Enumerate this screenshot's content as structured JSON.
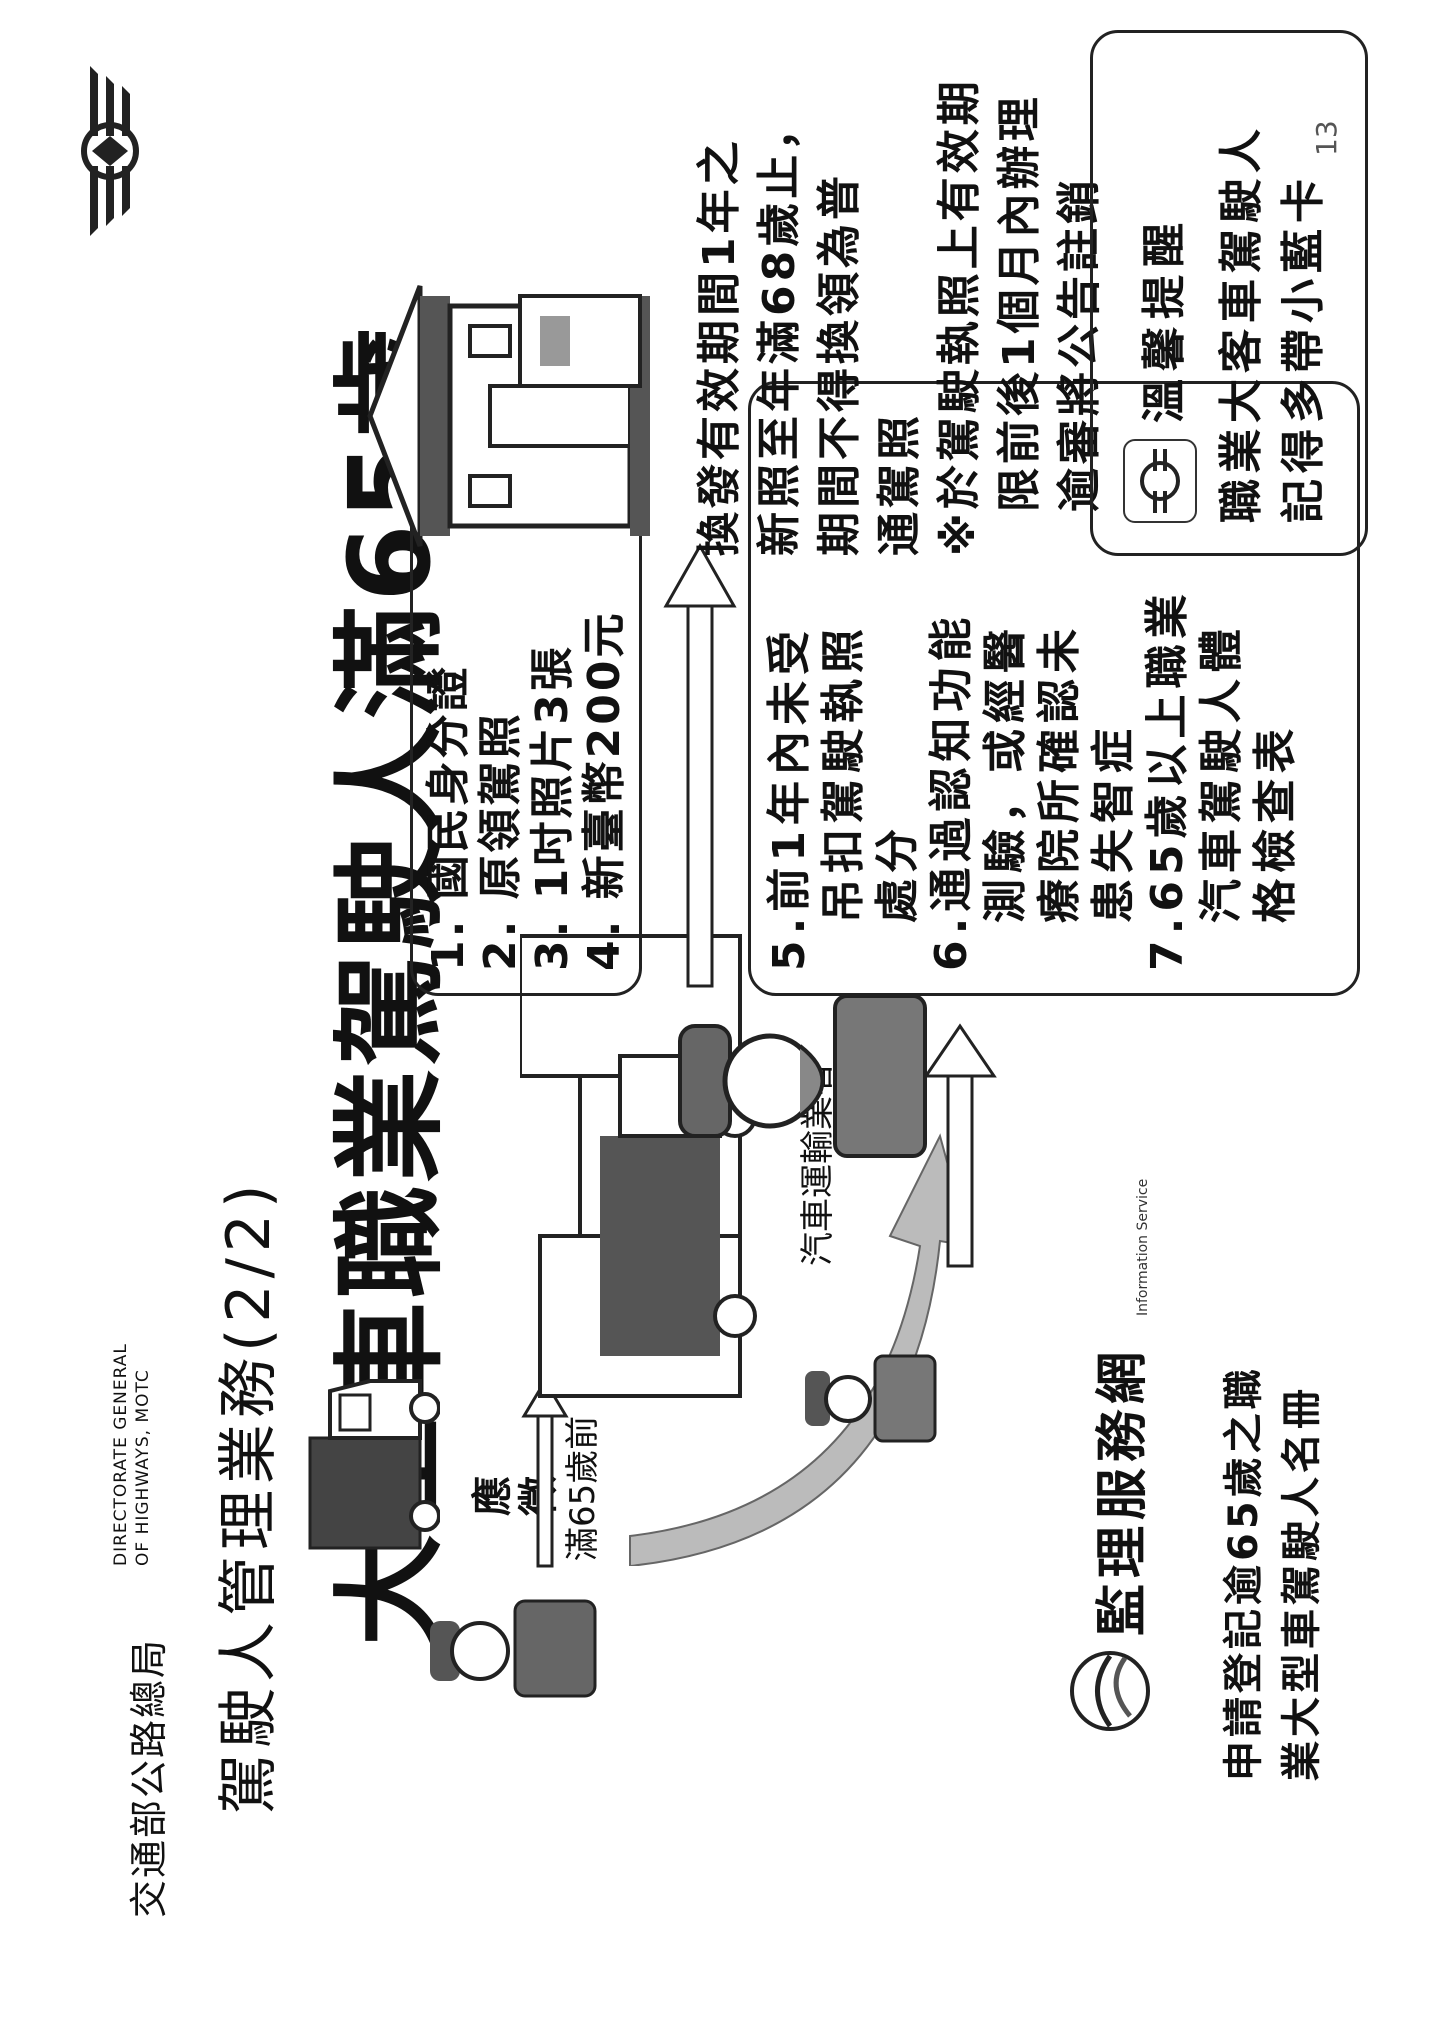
{
  "header": {
    "org_cn": "交通部公路總局",
    "org_en_1": "DIRECTORATE GENERAL",
    "org_en_2": "OF HIGHWAYS, MOTC",
    "subtitle": "駕駛人管理業務(2/2)",
    "title": "大型車職業駕駛人滿65歲"
  },
  "flow": {
    "summon_label": "應徵",
    "age_label": "滿65歲前",
    "operator_label": "汽車運輸業者",
    "service_brand": "監理服務網",
    "service_brand_en": "Information Service"
  },
  "requirements": {
    "items": [
      "1. 國民身分證",
      "2. 原領駕照",
      "3. 1吋照片3張",
      "4. 新臺幣200元"
    ]
  },
  "conditions": {
    "lines": [
      "5.前1年內未受",
      "吊扣駕駛執照",
      "處分",
      "6.通過認知功能",
      "測驗，或經醫",
      "療院所確認未",
      "患失智症",
      "7.65歲以上職業",
      "汽車駕駛人體",
      "格檢查表"
    ]
  },
  "renewal": {
    "lines": [
      "換發有效期間1年之",
      "新照至年滿68歲止，",
      "期間不得換領為普",
      "通駕照",
      "※於駕駛執照上有效期",
      "限前後1個月內辦理",
      "逾審將公告註銷"
    ]
  },
  "notice": {
    "title": "溫馨提醒",
    "lines": [
      "職業大客車駕駛人",
      "記得多帶小藍卡"
    ]
  },
  "bottom": {
    "lines": [
      "申請登記逾65歲之職",
      "業大型車駕駛人名冊"
    ]
  },
  "page_number": "13"
}
